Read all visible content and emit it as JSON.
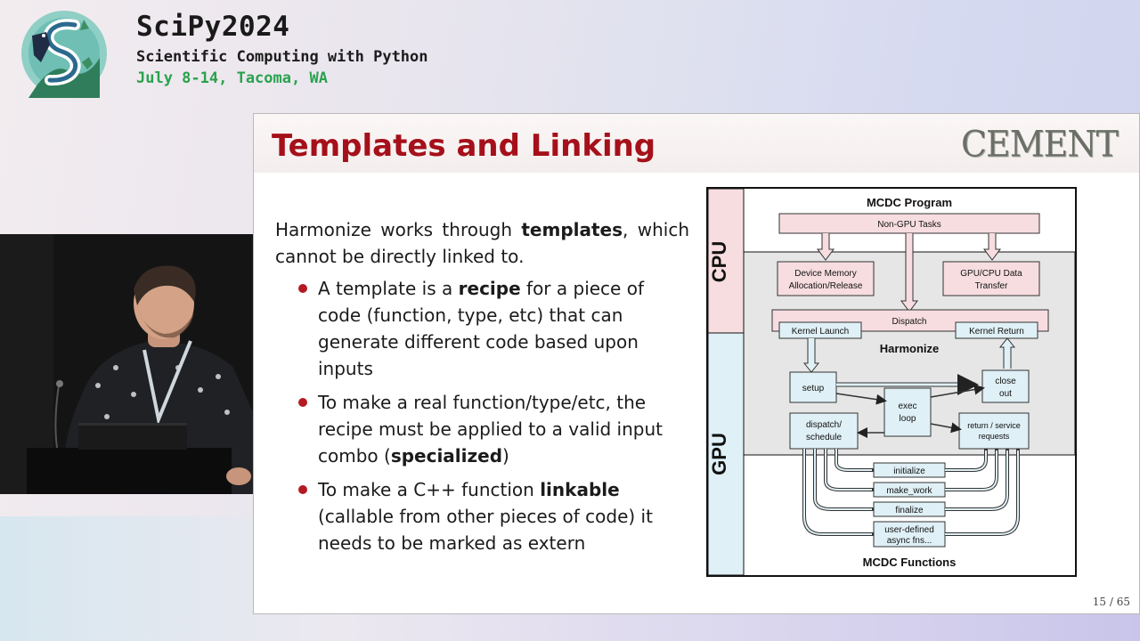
{
  "conference": {
    "title": "SciPy2024",
    "subtitle": "Scientific Computing with Python",
    "date": "July 8-14, Tacoma, WA"
  },
  "slide": {
    "title": "Templates and Linking",
    "brand": "CEMENT",
    "intro": {
      "text1": "Harmonize works through ",
      "bold1": "templates",
      "text2": ", which cannot be directly linked to."
    },
    "bullets": [
      {
        "pre": "A template is a ",
        "bold": "recipe",
        "post": " for a piece of code (function, type, etc) that can generate different code based upon inputs"
      },
      {
        "pre": "To make a real function/type/etc, the recipe must be applied to a valid input combo (",
        "bold": "specialized",
        "post": ")"
      },
      {
        "pre": "To make a C++ function ",
        "bold": "linkable",
        "post": " (callable from other pieces of code) it needs to be marked as extern"
      }
    ],
    "page": "15 / 65"
  },
  "diagram": {
    "cpu_label": "CPU",
    "gpu_label": "GPU",
    "program_title": "MCDC Program",
    "non_gpu": "Non-GPU Tasks",
    "dev_mem_1": "Device Memory",
    "dev_mem_2": "Allocation/Release",
    "transfer_1": "GPU/CPU Data",
    "transfer_2": "Transfer",
    "dispatch": "Dispatch",
    "kernel_launch": "Kernel Launch",
    "kernel_return": "Kernel Return",
    "harmonize": "Harmonize",
    "setup": "setup",
    "exec_1": "exec",
    "exec_2": "loop",
    "close_1": "close",
    "close_2": "out",
    "dispatch_sched_1": "dispatch/",
    "dispatch_sched_2": "schedule",
    "return_1": "return / service",
    "return_2": "requests",
    "initialize": "initialize",
    "make_work": "make_work",
    "finalize": "finalize",
    "user_defined_1": "user-defined",
    "user_defined_2": "async fns...",
    "functions_title": "MCDC Functions"
  },
  "colors": {
    "title_red": "#a5101a",
    "date_green": "#2aa24e",
    "cpu_pink": "#f7dde0",
    "gpu_blue": "#dff0f6",
    "bullet_red": "#b41a22"
  }
}
